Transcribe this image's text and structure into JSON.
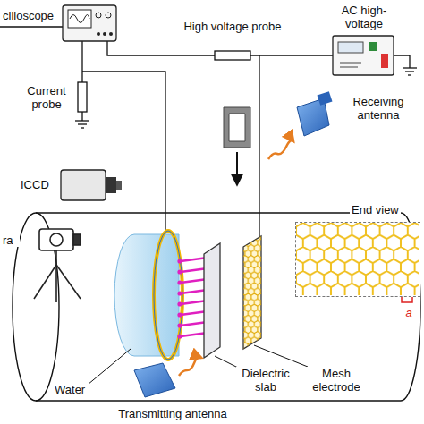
{
  "diagram": {
    "nodes": [
      {
        "text": [
          "End view"
        ]
      }
    ],
    "labels": [
      "cilloscope",
      "High voltage probe",
      "AC high-voltage",
      "Current probe",
      "Receiving antenna",
      "ICCD",
      "ra",
      "Water",
      "Transmitting antenna",
      "Dielectric slab",
      "Mesh electrode",
      "a"
    ]
  }
}
